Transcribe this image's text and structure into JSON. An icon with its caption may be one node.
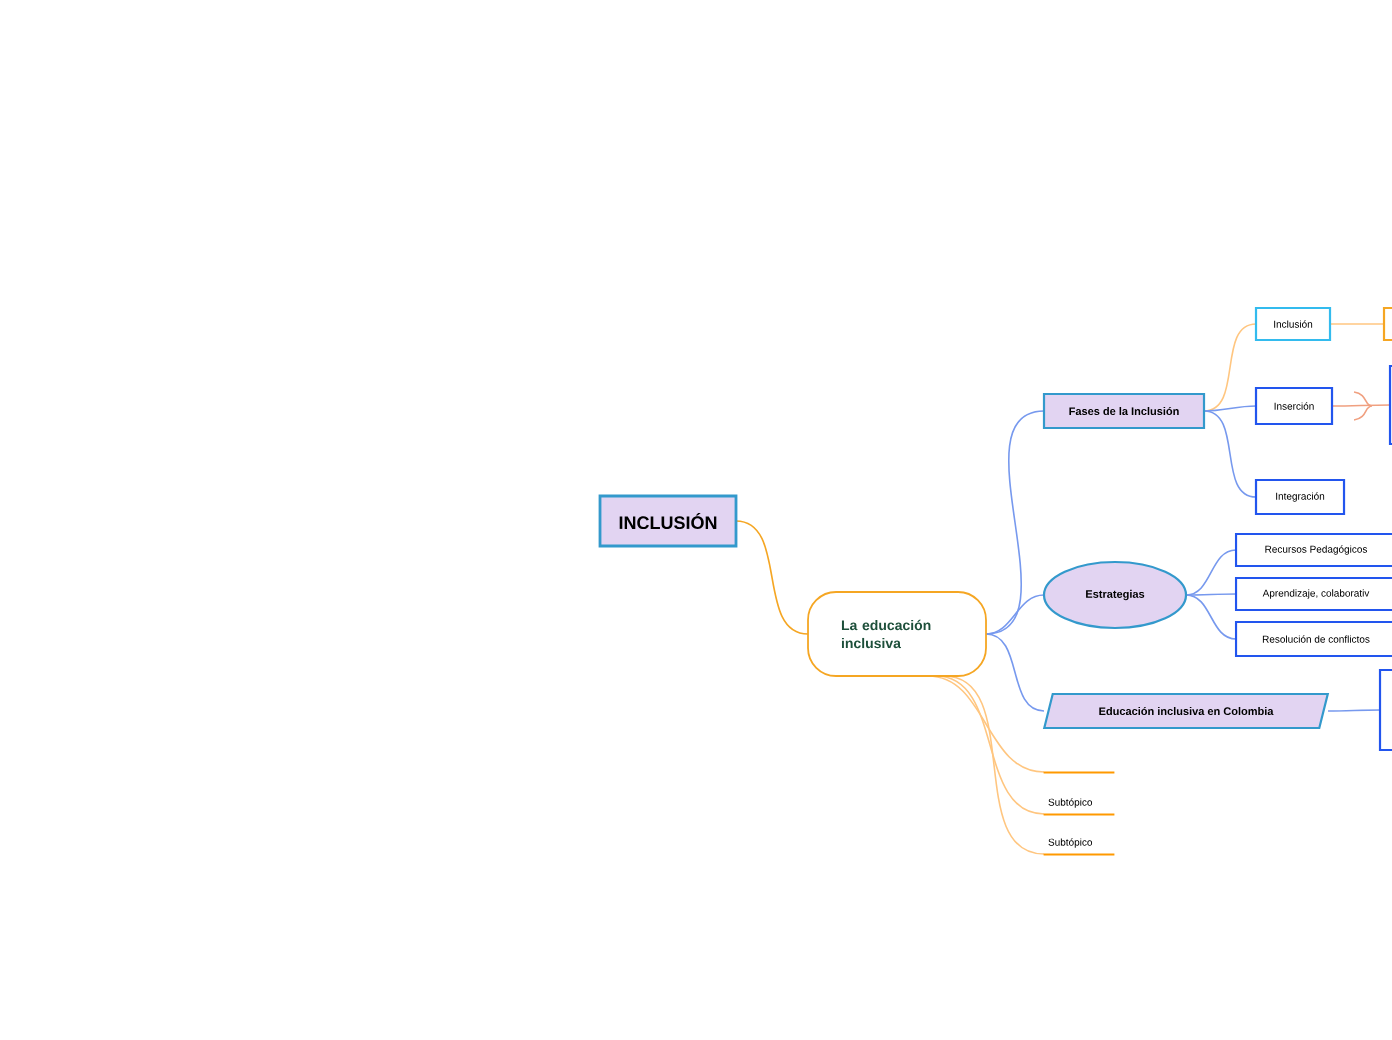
{
  "diagram": {
    "nodes": [
      {
        "text": [
          "INCLUSIÓN"
        ]
      },
      {
        "text": [
          "La educación inclusiva"
        ]
      },
      {
        "text": [
          "Fases de la Inclusión"
        ]
      },
      {
        "text": [
          "Estrategias"
        ]
      },
      {
        "text": [
          "Educación inclusiva en Colombia"
        ]
      },
      {
        "text": [
          "Inclusión"
        ]
      },
      {
        "text": [
          "Inserción"
        ]
      },
      {
        "text": [
          "Integración"
        ]
      },
      {
        "text": [
          "Recursos Pedagógicos"
        ]
      },
      {
        "text": [
          "Aprendizaje, colaborativ"
        ]
      },
      {
        "text": [
          "Resolución de conflictos"
        ]
      },
      {
        "text": [],
        "shape": "box"
      },
      {
        "text": [],
        "shape": "box"
      },
      {
        "text": [],
        "shape": "box"
      },
      {
        "text": [],
        "shape": "bar"
      },
      {
        "text": [
          "Subtópico"
        ]
      },
      {
        "text": [
          "Subtópico"
        ]
      }
    ],
    "edges": [
      {
        "from": 0,
        "to": 1,
        "arrow": "none",
        "color": "#f5a623"
      },
      {
        "from": 1,
        "to": 2,
        "arrow": "none"
      },
      {
        "from": 1,
        "to": 3,
        "arrow": "none"
      },
      {
        "from": 1,
        "to": 4,
        "arrow": "none"
      },
      {
        "from": 1,
        "to": 14,
        "arrow": "none",
        "color": "#ffc680"
      },
      {
        "from": 1,
        "to": 15,
        "arrow": "none",
        "color": "#ffc680"
      },
      {
        "from": 1,
        "to": 16,
        "arrow": "none",
        "color": "#ffc680"
      },
      {
        "from": 2,
        "to": 5,
        "arrow": "none",
        "color": "#ffc680"
      },
      {
        "from": 2,
        "to": 6,
        "arrow": "none"
      },
      {
        "from": 2,
        "to": 7,
        "arrow": "none"
      },
      {
        "from": 3,
        "to": 8,
        "arrow": "none"
      },
      {
        "from": 3,
        "to": 9,
        "arrow": "none"
      },
      {
        "from": 3,
        "to": 10,
        "arrow": "none"
      },
      {
        "from": 5,
        "to": 11,
        "arrow": "none",
        "color": "#ffc680"
      },
      {
        "from": 6,
        "to": 12,
        "arrow": "none",
        "color": "#f0a080"
      },
      {
        "from": 4,
        "to": 13,
        "arrow": "none"
      }
    ]
  }
}
